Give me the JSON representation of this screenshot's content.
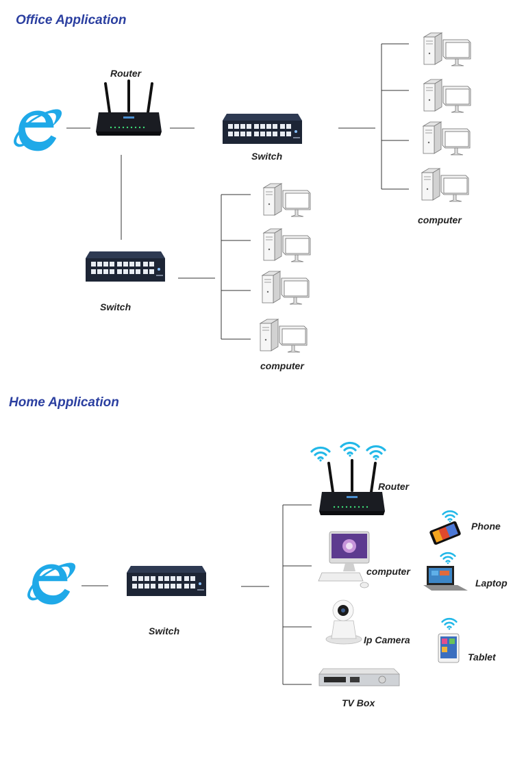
{
  "office": {
    "title": "Office Application",
    "router_label": "Router",
    "switch_top_label": "Switch",
    "switch_bottom_label": "Switch",
    "computer_label_right": "computer",
    "computer_label_bottom": "computer"
  },
  "home": {
    "title": "Home Application",
    "switch_label": "Switch",
    "router_label": "Router",
    "computer_label": "computer",
    "ipcamera_label": "Ip Camera",
    "tvbox_label": "TV Box",
    "phone_label": "Phone",
    "laptop_label": "Laptop",
    "tablet_label": "Tablet"
  },
  "colors": {
    "heading": "#2b3fa0",
    "ie_blue": "#1fa9e8",
    "wifi": "#22b8e8",
    "device_dark": "#1d2535",
    "line": "#333333"
  },
  "icons": [
    "internet-explorer-icon",
    "router-icon",
    "switch-icon",
    "computer-icon",
    "ip-camera-icon",
    "tv-box-icon",
    "phone-icon",
    "laptop-icon",
    "tablet-icon",
    "wifi-icon"
  ]
}
